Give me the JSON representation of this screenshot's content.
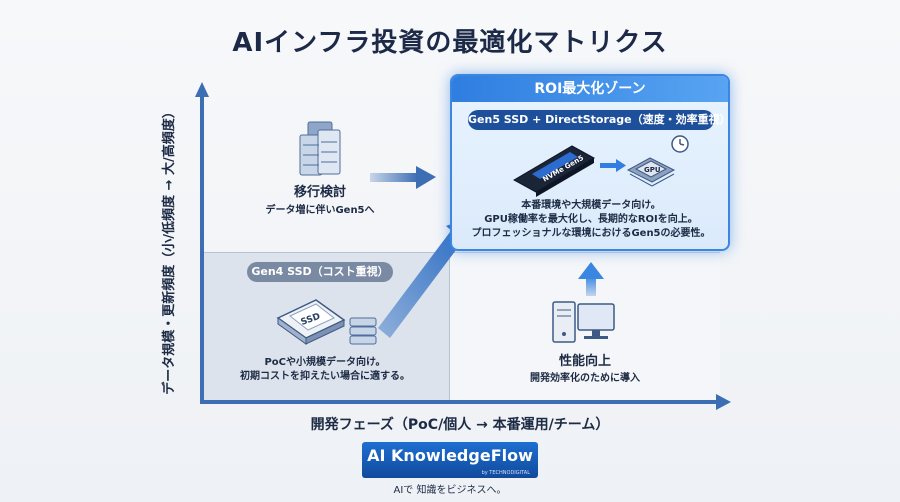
{
  "title": "AIインフラ投資の最適化マトリクス",
  "axes": {
    "y_label": "データ規模・更新頻度（小/低頻度 → 大/高頻度）",
    "x_label": "開発フェーズ（PoC/個人 → 本番運用/チーム）"
  },
  "roi_zone": {
    "header": "ROI最大化ゾーン",
    "pill": "Gen5 SSD + DirectStorage（速度・効率重視）",
    "ssd_chip_label": "NVMe Gen5",
    "gpu_chip_label": "GPU",
    "desc": [
      "本番環境や大規模データ向け。",
      "GPU稼働率を最大化し、長期的なROIを向上。",
      "プロフェッショナルな環境におけるGen5の必要性。"
    ]
  },
  "migration": {
    "title": "移行検討",
    "sub": "データ増に伴いGen5へ"
  },
  "gen4": {
    "pill": "Gen4 SSD（コスト重視）",
    "ssd_label": "SSD",
    "desc": [
      "PoCや小規模データ向け。",
      "初期コストを抑えたい場合に適する。"
    ]
  },
  "performance": {
    "title": "性能向上",
    "sub": "開発効率化のために導入"
  },
  "logo": {
    "main": "AI KnowledgeFlow",
    "by": "by TECHNODIGITAL",
    "tagline": "AIで 知識をビジネスへ。"
  },
  "colors": {
    "accent": "#2f7ee0",
    "axis": "#3d6db3",
    "navy": "#1d2b45"
  },
  "icons": [
    "server-rack-icon",
    "nvme-ssd-icon",
    "gpu-chip-icon",
    "clock-icon",
    "sata-ssd-icon",
    "storage-stack-icon",
    "desktop-pc-icon",
    "arrow-right-icon",
    "arrow-diagonal-icon",
    "arrow-up-icon"
  ]
}
